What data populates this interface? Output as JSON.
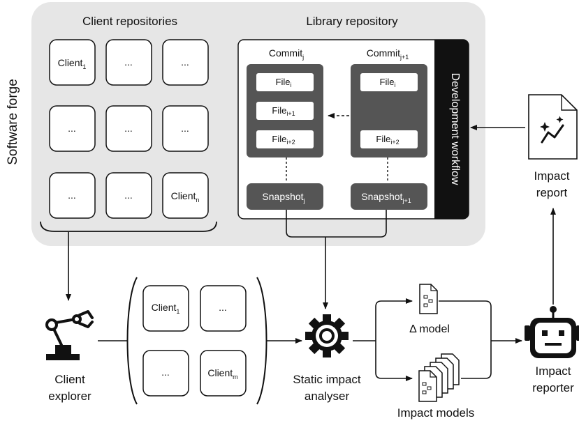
{
  "forge": {
    "label": "Software forge",
    "client_repos_title": "Client repositories",
    "library_repo_title": "Library repository",
    "client_grid": [
      {
        "base": "Client",
        "sub": "1"
      },
      {
        "base": "...",
        "sub": ""
      },
      {
        "base": "...",
        "sub": ""
      },
      {
        "base": "...",
        "sub": ""
      },
      {
        "base": "...",
        "sub": ""
      },
      {
        "base": "...",
        "sub": ""
      },
      {
        "base": "...",
        "sub": ""
      },
      {
        "base": "...",
        "sub": ""
      },
      {
        "base": "Client",
        "sub": "n"
      }
    ],
    "commit_j": {
      "base": "Commit",
      "sub": "j"
    },
    "commit_j1": {
      "base": "Commit",
      "sub": "j+1"
    },
    "files_j": [
      {
        "base": "File",
        "sub": "i"
      },
      {
        "base": "File",
        "sub": "i+1"
      },
      {
        "base": "File",
        "sub": "i+2"
      }
    ],
    "files_j1": [
      {
        "base": "File",
        "sub": "i"
      },
      {
        "base": "File",
        "sub": "i+2"
      }
    ],
    "snapshot_j": {
      "base": "Snapshot",
      "sub": "j"
    },
    "snapshot_j1": {
      "base": "Snapshot",
      "sub": "j+1"
    },
    "workflow_label": "Development workflow"
  },
  "explorer": {
    "line1": "Client",
    "line2": "explorer"
  },
  "selected_clients": [
    {
      "base": "Client",
      "sub": "1"
    },
    {
      "base": "...",
      "sub": ""
    },
    {
      "base": "...",
      "sub": ""
    },
    {
      "base": "Client",
      "sub": "m"
    }
  ],
  "analyser": {
    "line1": "Static impact",
    "line2": "analyser"
  },
  "delta_model": "Δ model",
  "impact_models": "Impact models",
  "reporter": {
    "line1": "Impact",
    "line2": "reporter"
  },
  "report": {
    "line1": "Impact",
    "line2": "report"
  },
  "colors": {
    "forge_bg": "#e6e6e6",
    "commit_bg": "#555555",
    "workflow_bg": "#111111"
  }
}
